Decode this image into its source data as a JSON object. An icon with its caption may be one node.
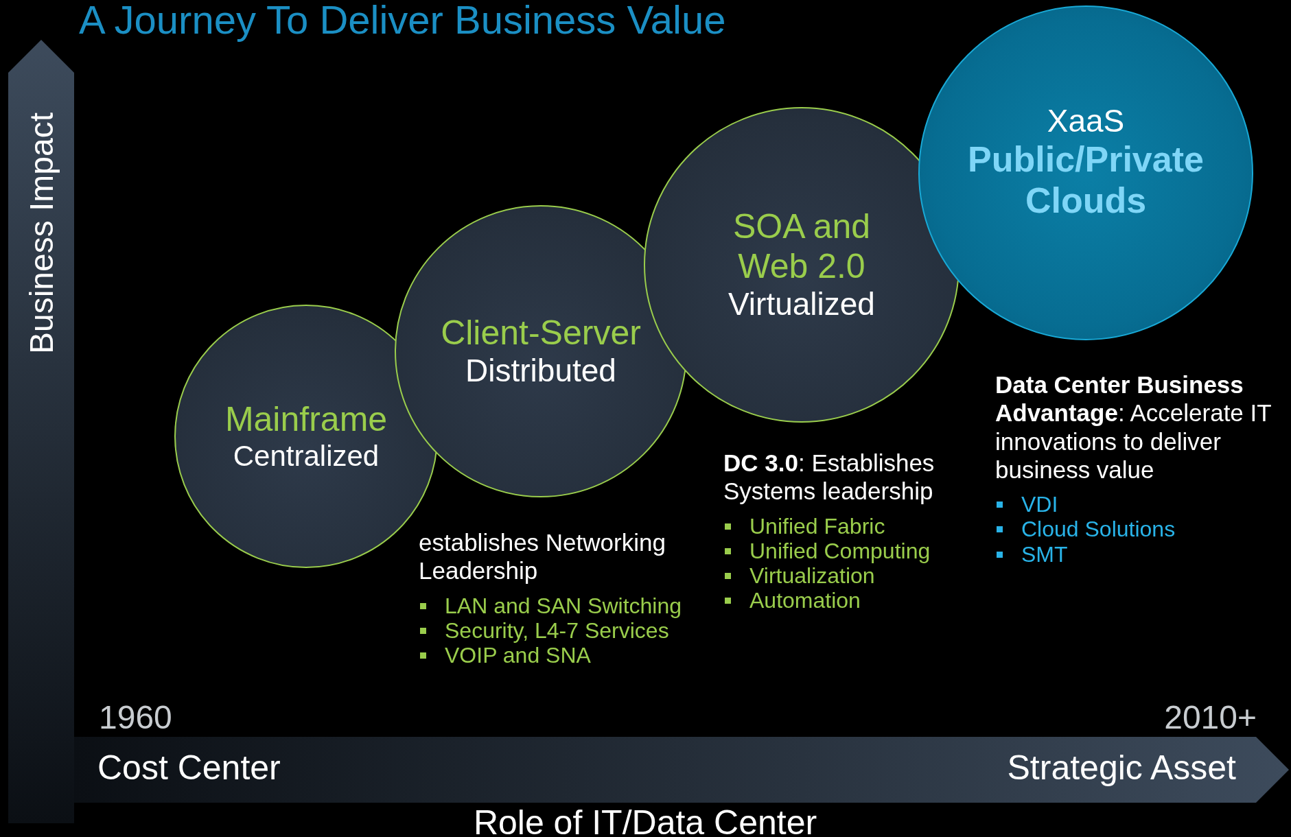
{
  "diagram": {
    "title": "A Journey To Deliver Business Value",
    "nodes": [
      {
        "text": [
          "Mainframe",
          "Centralized"
        ]
      },
      {
        "text": [
          "Client-Server",
          "Distributed"
        ],
        "beside": [
          "establishes Networking Leadership",
          "LAN and SAN Switching",
          "Security, L4-7 Services",
          "VOIP and SNA"
        ]
      },
      {
        "text": [
          "SOA and Web 2.0",
          "Virtualized"
        ],
        "beside": [
          "**DC 3.0**: Establishes Systems leadership",
          "Unified Fabric",
          "Unified Computing",
          "Virtualization",
          "Automation"
        ]
      },
      {
        "text": [
          "XaaS",
          "Public/Private Clouds"
        ],
        "beside": [
          "**Data Center Business Advantage**: Accelerate IT innovations to deliver business value",
          "VDI",
          "Cloud Solutions",
          "SMT"
        ]
      }
    ],
    "edges": [],
    "labels": [
      "Business Impact",
      "1960",
      "2010+",
      "Cost Center",
      "Strategic Asset",
      "Role of IT/Data Center"
    ]
  }
}
